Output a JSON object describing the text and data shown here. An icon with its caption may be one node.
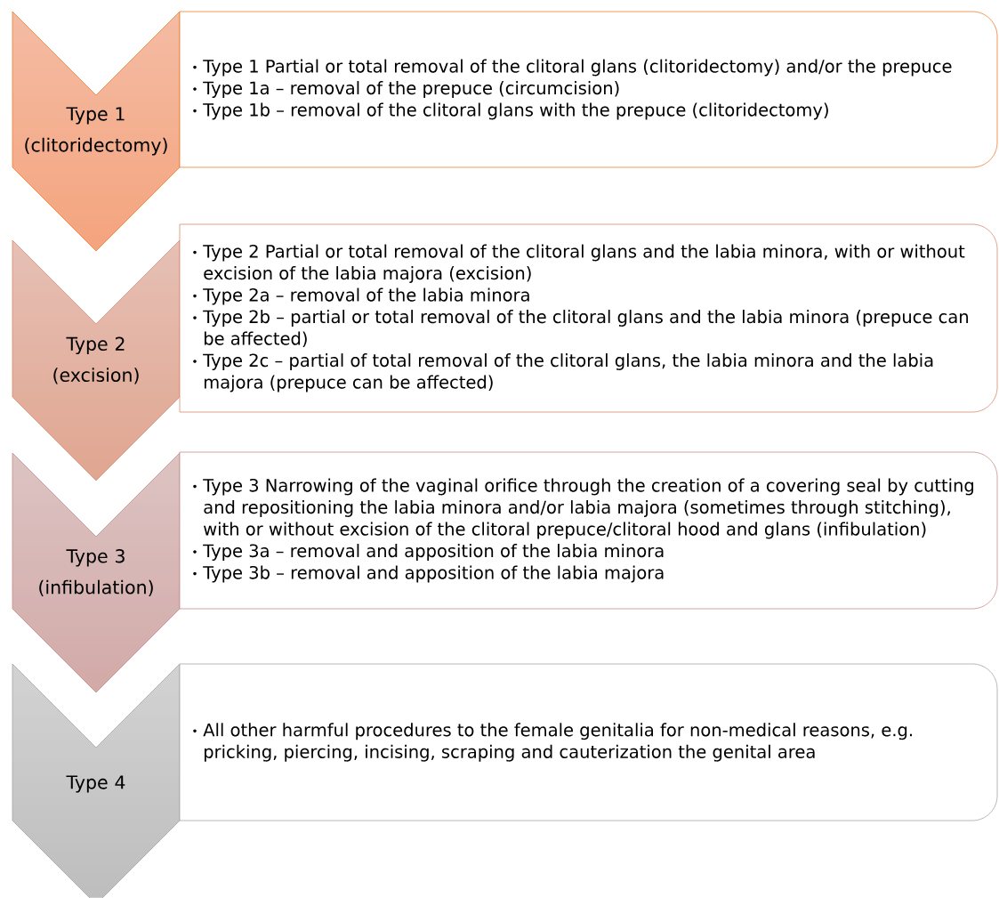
{
  "diagram": {
    "nodes": [
      {
        "text": [
          "Type 1 (clitoridectomy)"
        ]
      },
      {
        "text": [
          "Type 1 Partial or total removal of the clitoral glans (clitoridectomy) and/or the prepuce",
          "Type 1a – removal of the prepuce (circumcision)",
          "Type 1b – removal of the clitoral glans with the prepuce (clitoridectomy)"
        ]
      },
      {
        "text": [
          "Type 2 (excision)"
        ]
      },
      {
        "text": [
          "Type 2 Partial or total removal of the clitoral glans and the labia minora, with or without excision of the labia majora (excision)",
          "Type 2a – removal of the labia minora",
          "Type 2b – partial or total removal of the clitoral glans and the labia minora (prepuce can be affected)",
          "Type 2c – partial of total removal of the clitoral glans, the labia minora and the labia majora (prepuce can be affected)"
        ]
      },
      {
        "text": [
          "Type 3 (infibulation)"
        ]
      },
      {
        "text": [
          "Type 3 Narrowing of the vaginal orifice through the creation of a covering seal by cutting and repositioning the labia minora and/or labia majora (sometimes through stitching), with or without excision of the clitoral prepuce/clitoral hood and glans (infibulation)",
          "Type 3a – removal and apposition of the labia minora",
          "Type 3b – removal and apposition of the labia majora"
        ]
      },
      {
        "text": [
          "Type 4"
        ]
      },
      {
        "text": [
          "All other harmful procedures to the female genitalia for non-medical reasons, e.g. pricking, piercing, incising, scraping and cauterization the genital area"
        ]
      }
    ]
  }
}
